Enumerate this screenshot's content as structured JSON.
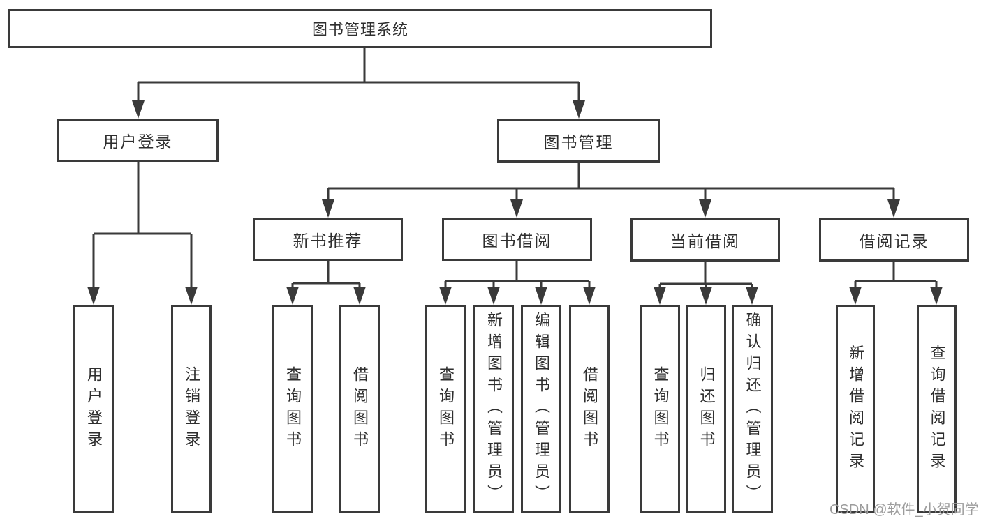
{
  "tree": {
    "root": {
      "label": "图书管理系统",
      "children": [
        {
          "label": "用户登录",
          "children": [
            {
              "label": "用户登录"
            },
            {
              "label": "注销登录"
            }
          ]
        },
        {
          "label": "图书管理",
          "children": [
            {
              "label": "新书推荐",
              "children": [
                {
                  "label": "查询图书"
                },
                {
                  "label": "借阅图书"
                }
              ]
            },
            {
              "label": "图书借阅",
              "children": [
                {
                  "label": "查询图书"
                },
                {
                  "label": "新增图书（管理员）"
                },
                {
                  "label": "编辑图书（管理员）"
                },
                {
                  "label": "借阅图书"
                }
              ]
            },
            {
              "label": "当前借阅",
              "children": [
                {
                  "label": "查询图书"
                },
                {
                  "label": "归还图书"
                },
                {
                  "label": "确认归还（管理员）"
                }
              ]
            },
            {
              "label": "借阅记录",
              "children": [
                {
                  "label": "新增借阅记录"
                },
                {
                  "label": "查询借阅记录"
                }
              ]
            }
          ]
        }
      ]
    }
  },
  "watermark": {
    "text": "CSDN @软件_小贺同学"
  },
  "colors": {
    "line": "#3a3a3a",
    "text": "#2e2e2e",
    "watermark": "#9c9c9c",
    "background": "#ffffff"
  }
}
